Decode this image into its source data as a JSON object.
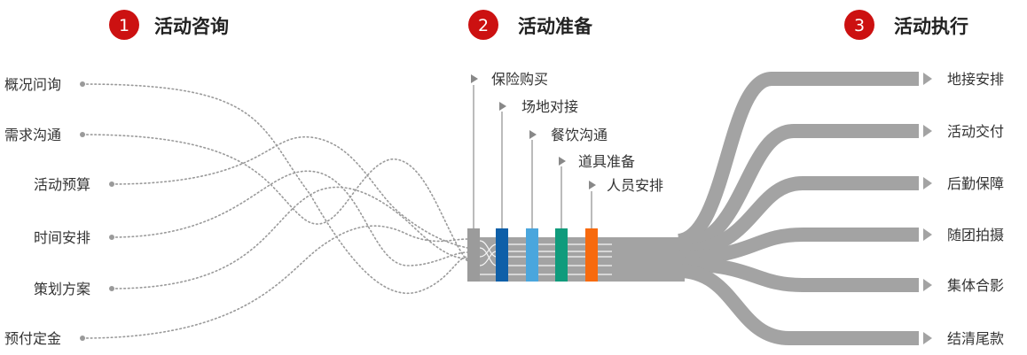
{
  "colors": {
    "badge": "#cc1111",
    "trunk": "#a3a3a3",
    "dotted_line": "#9a9a9a",
    "bar_gray": "#9b9b9b",
    "bar_blue": "#0e5fa8",
    "bar_lightblue": "#4aa6dd",
    "bar_green": "#109b7c",
    "bar_orange": "#f76a0e"
  },
  "steps": [
    {
      "number": "1",
      "title": "活动咨询"
    },
    {
      "number": "2",
      "title": "活动准备"
    },
    {
      "number": "3",
      "title": "活动执行"
    }
  ],
  "consult_items": [
    "概况问询",
    "需求沟通",
    "活动预算",
    "时间安排",
    "策划方案",
    "预付定金"
  ],
  "prepare_items": [
    "保险购买",
    "场地对接",
    "餐饮沟通",
    "道具准备",
    "人员安排"
  ],
  "execute_items": [
    "地接安排",
    "活动交付",
    "后勤保障",
    "随团拍摄",
    "集体合影",
    "结清尾款"
  ],
  "icons": {
    "bullet": "dot-icon",
    "pointer": "triangle-arrow-icon"
  }
}
